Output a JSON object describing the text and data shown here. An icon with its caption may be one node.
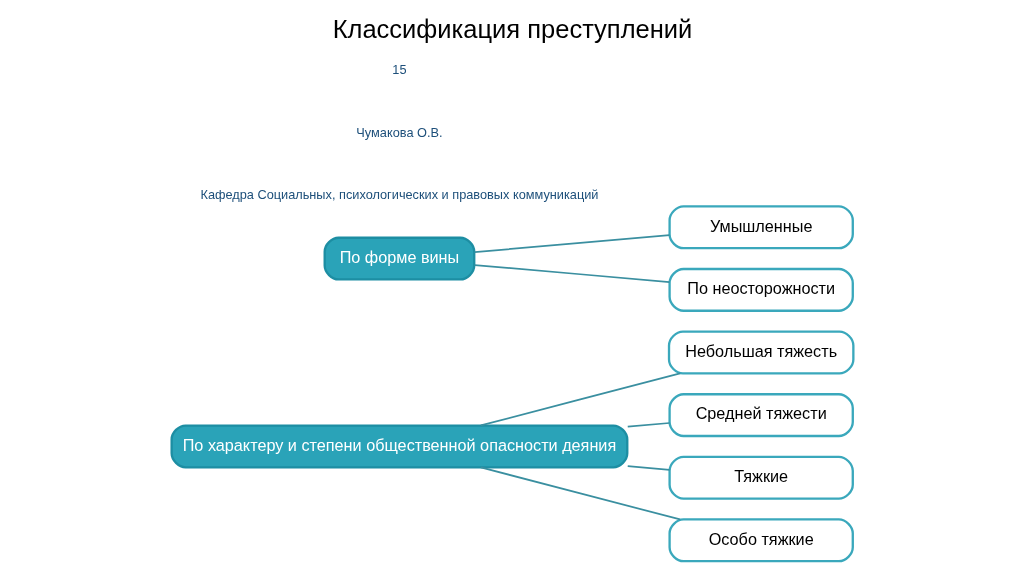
{
  "diagram": {
    "title": "Классификация преступлений",
    "nodes": [
      {
        "text": [
          "По характеру и степени общественной опасности деяния"
        ]
      },
      {
        "text": [
          "Небольшая тяжесть"
        ]
      },
      {
        "text": [
          "Средней тяжести"
        ]
      },
      {
        "text": [
          "Тяжкие"
        ]
      },
      {
        "text": [
          "Особо тяжкие"
        ]
      },
      {
        "text": [
          "По форме вины"
        ]
      },
      {
        "text": [
          "Умышленные"
        ]
      },
      {
        "text": [
          "По неосторожности"
        ]
      }
    ],
    "edges": [
      {
        "from": 0,
        "to": 1,
        "arrow": "none"
      },
      {
        "from": 0,
        "to": 2,
        "arrow": "none"
      },
      {
        "from": 0,
        "to": 3,
        "arrow": "none"
      },
      {
        "from": 0,
        "to": 4,
        "arrow": "none"
      },
      {
        "from": 5,
        "to": 6,
        "arrow": "none"
      },
      {
        "from": 5,
        "to": 7,
        "arrow": "none"
      }
    ],
    "labels": [
      "Кафедра Социальных, психологических и правовых коммуникаций",
      "Чумакова О.В.",
      "15"
    ]
  }
}
